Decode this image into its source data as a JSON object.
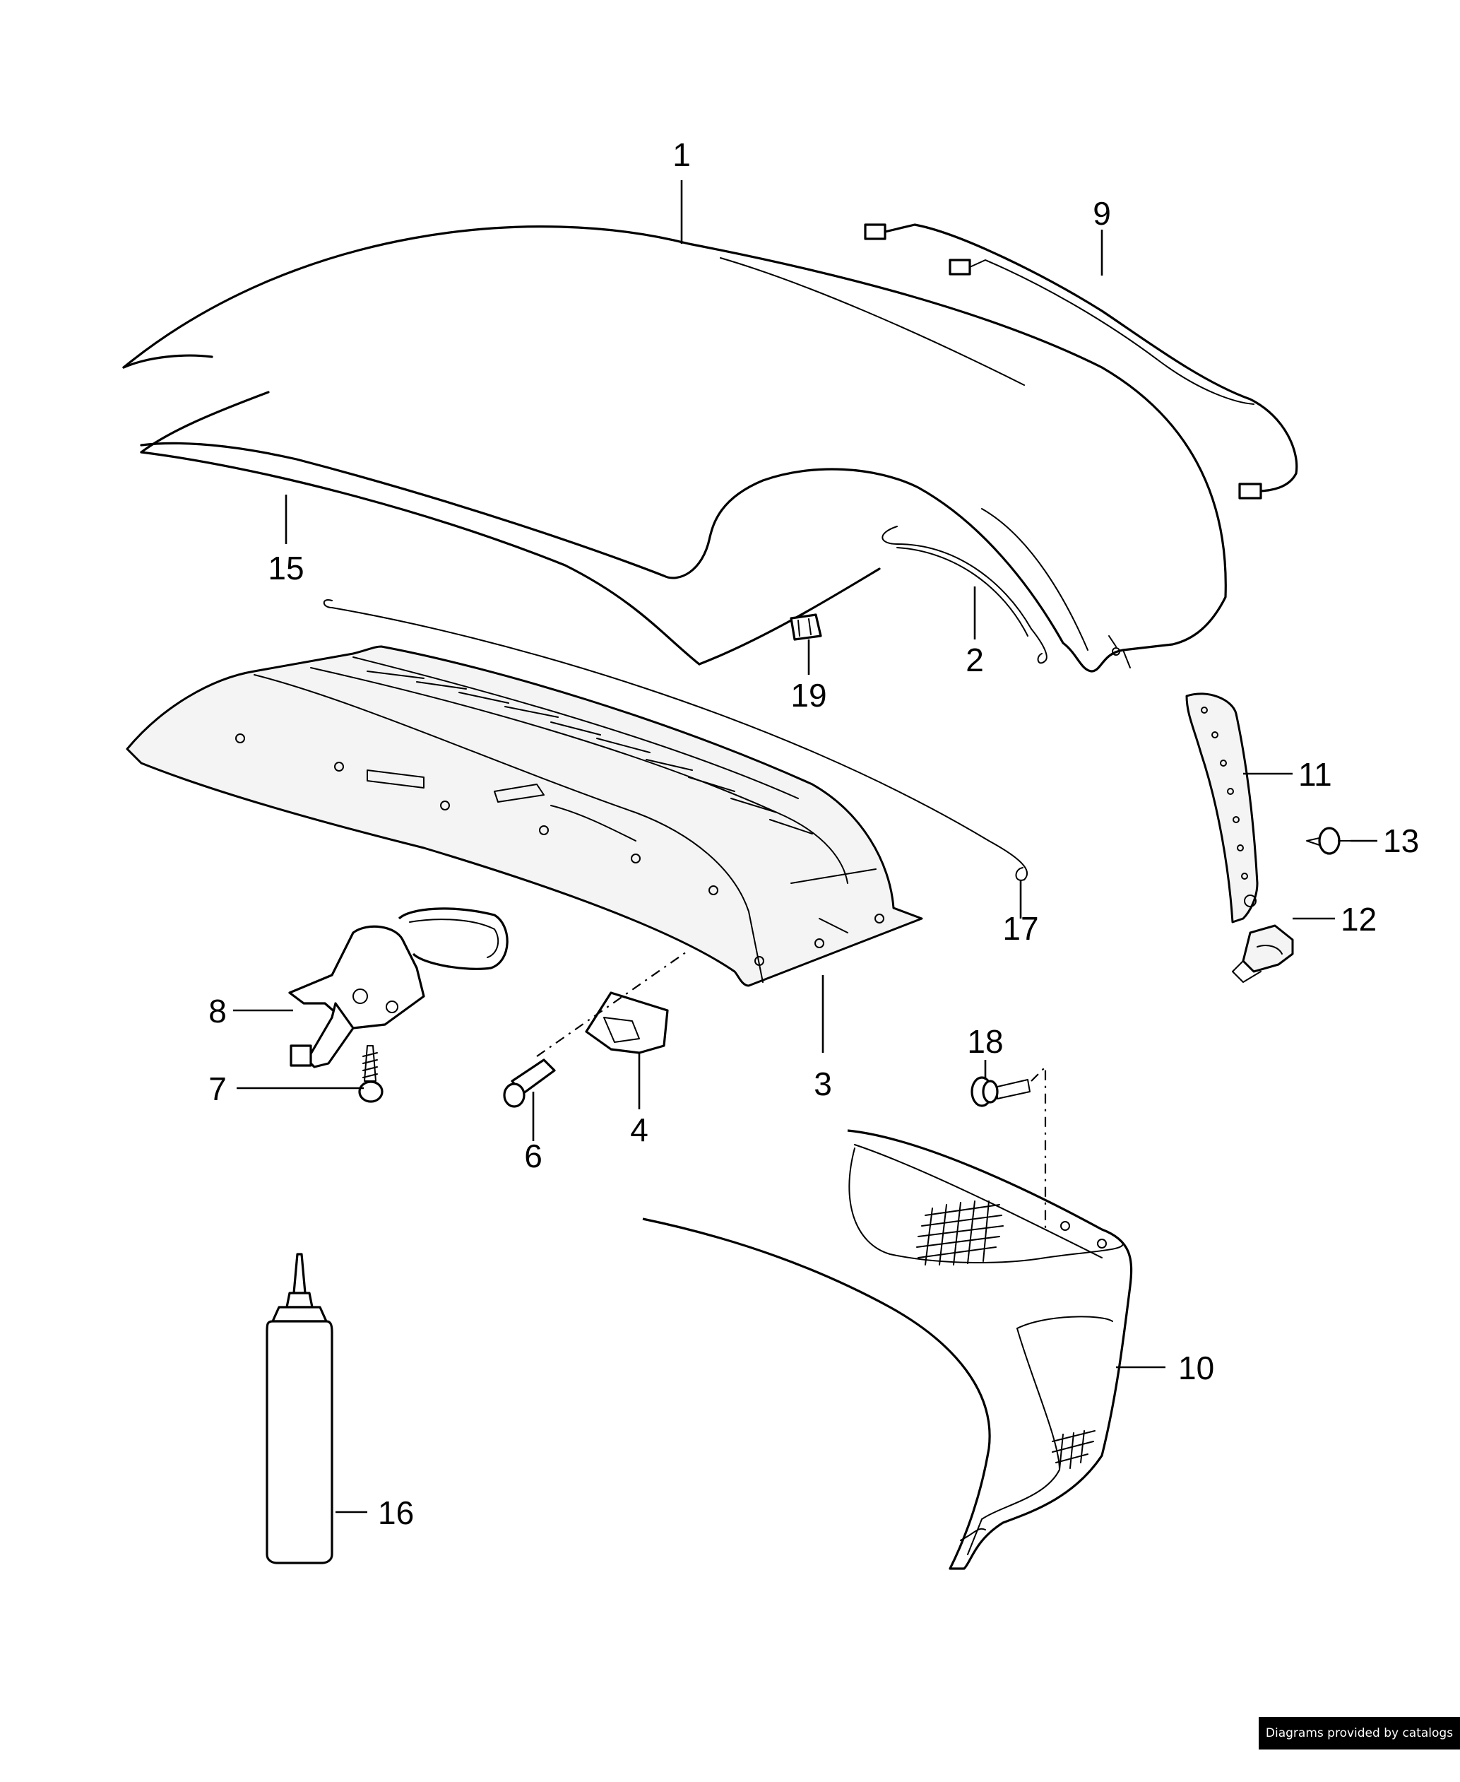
{
  "callouts": {
    "c1": "1",
    "c2": "2",
    "c3": "3",
    "c4": "4",
    "c6": "6",
    "c7": "7",
    "c8": "8",
    "c9": "9",
    "c10": "10",
    "c11": "11",
    "c12": "12",
    "c13": "13",
    "c15": "15",
    "c16": "16",
    "c17": "17",
    "c18": "18",
    "c19": "19"
  },
  "footer": {
    "credit": "Diagrams provided by catalogs parts"
  }
}
